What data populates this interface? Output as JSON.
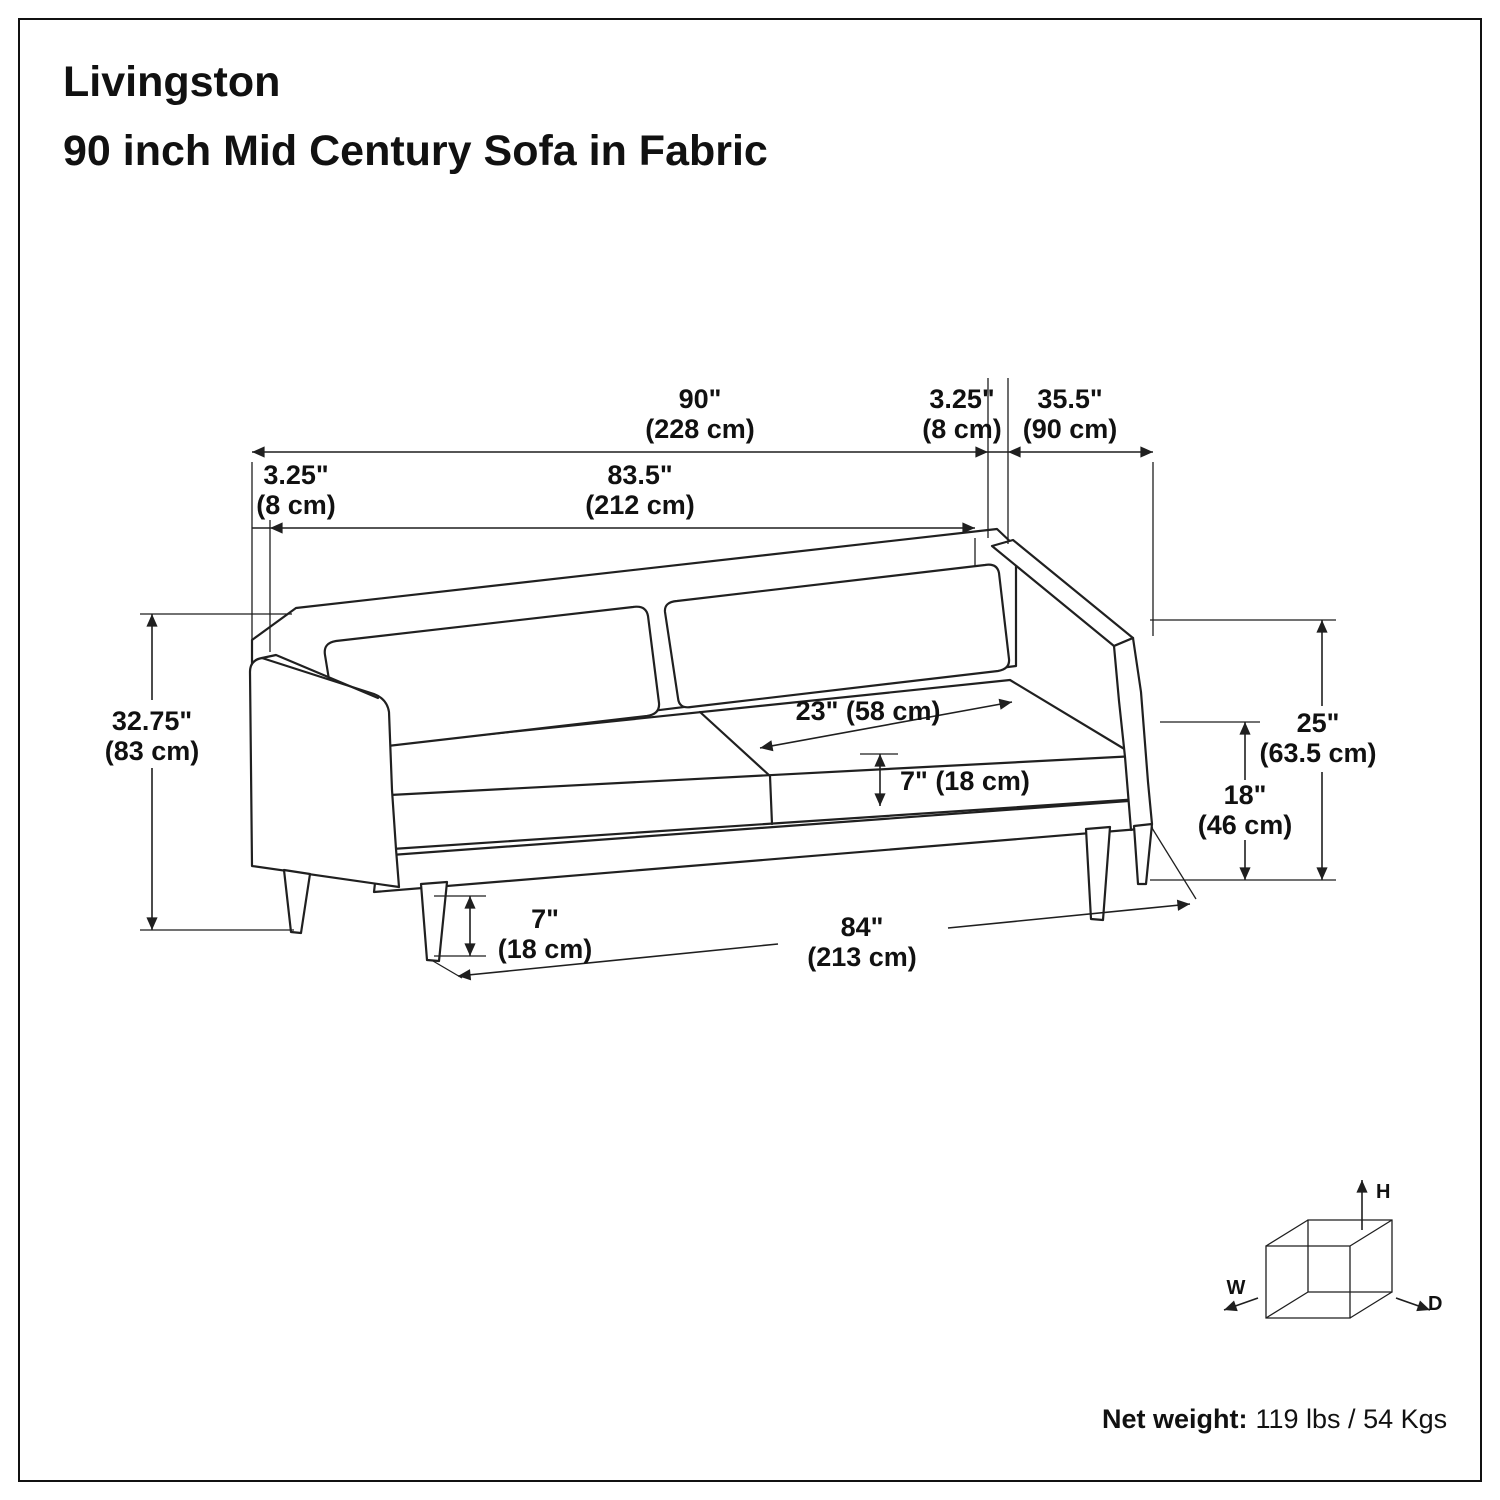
{
  "title": {
    "line1": "Livingston",
    "line2": "90 inch Mid Century Sofa in Fabric"
  },
  "dimensions": {
    "overall_width": {
      "in": "90\"",
      "cm": "(228 cm)"
    },
    "arm_width_right": {
      "in": "3.25\"",
      "cm": "(8 cm)"
    },
    "overall_depth": {
      "in": "35.5\"",
      "cm": "(90 cm)"
    },
    "arm_width_left": {
      "in": "3.25\"",
      "cm": "(8 cm)"
    },
    "interior_width": {
      "in": "83.5\"",
      "cm": "(212 cm)"
    },
    "overall_height": {
      "in": "32.75\"",
      "cm": "(83 cm)"
    },
    "seat_depth": "23\" (58 cm)",
    "cushion_thickness": "7\" (18 cm)",
    "arm_height": {
      "in": "25\"",
      "cm": "(63.5 cm)"
    },
    "seat_height": {
      "in": "18\"",
      "cm": "(46 cm)"
    },
    "leg_height": {
      "in": "7\"",
      "cm": "(18 cm)"
    },
    "base_width": {
      "in": "84\"",
      "cm": "(213 cm)"
    }
  },
  "net_weight": {
    "label": "Net weight:",
    "value": "119 lbs / 54 Kgs"
  },
  "axis_cube": {
    "h": "H",
    "w": "W",
    "d": "D"
  },
  "colors": {
    "line": "#1f1f1f",
    "text": "#111111",
    "background": "#ffffff"
  }
}
